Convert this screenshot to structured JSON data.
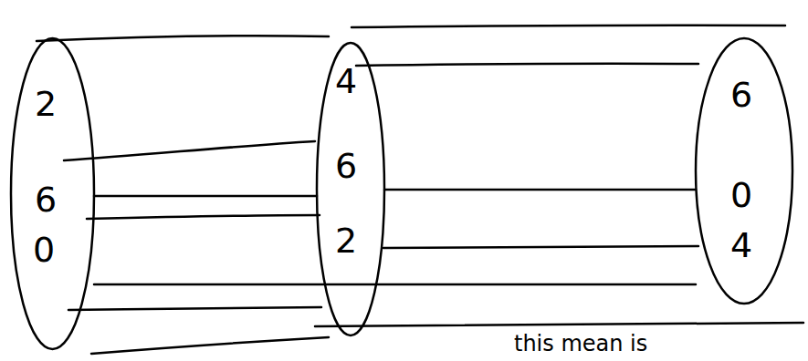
{
  "diagram": {
    "nodes": [
      {
        "text": [
          "2",
          "6",
          "0"
        ]
      },
      {
        "text": [
          "4",
          "6",
          "2"
        ]
      },
      {
        "text": [
          "6",
          "0",
          "4"
        ]
      }
    ],
    "edges": [
      {
        "from": 0,
        "to": 1,
        "arrow": "none"
      },
      {
        "from": 1,
        "to": 2,
        "arrow": "none"
      },
      {
        "from": 0,
        "to": 2,
        "arrow": "none"
      }
    ],
    "labels": [
      "this mean is"
    ]
  }
}
